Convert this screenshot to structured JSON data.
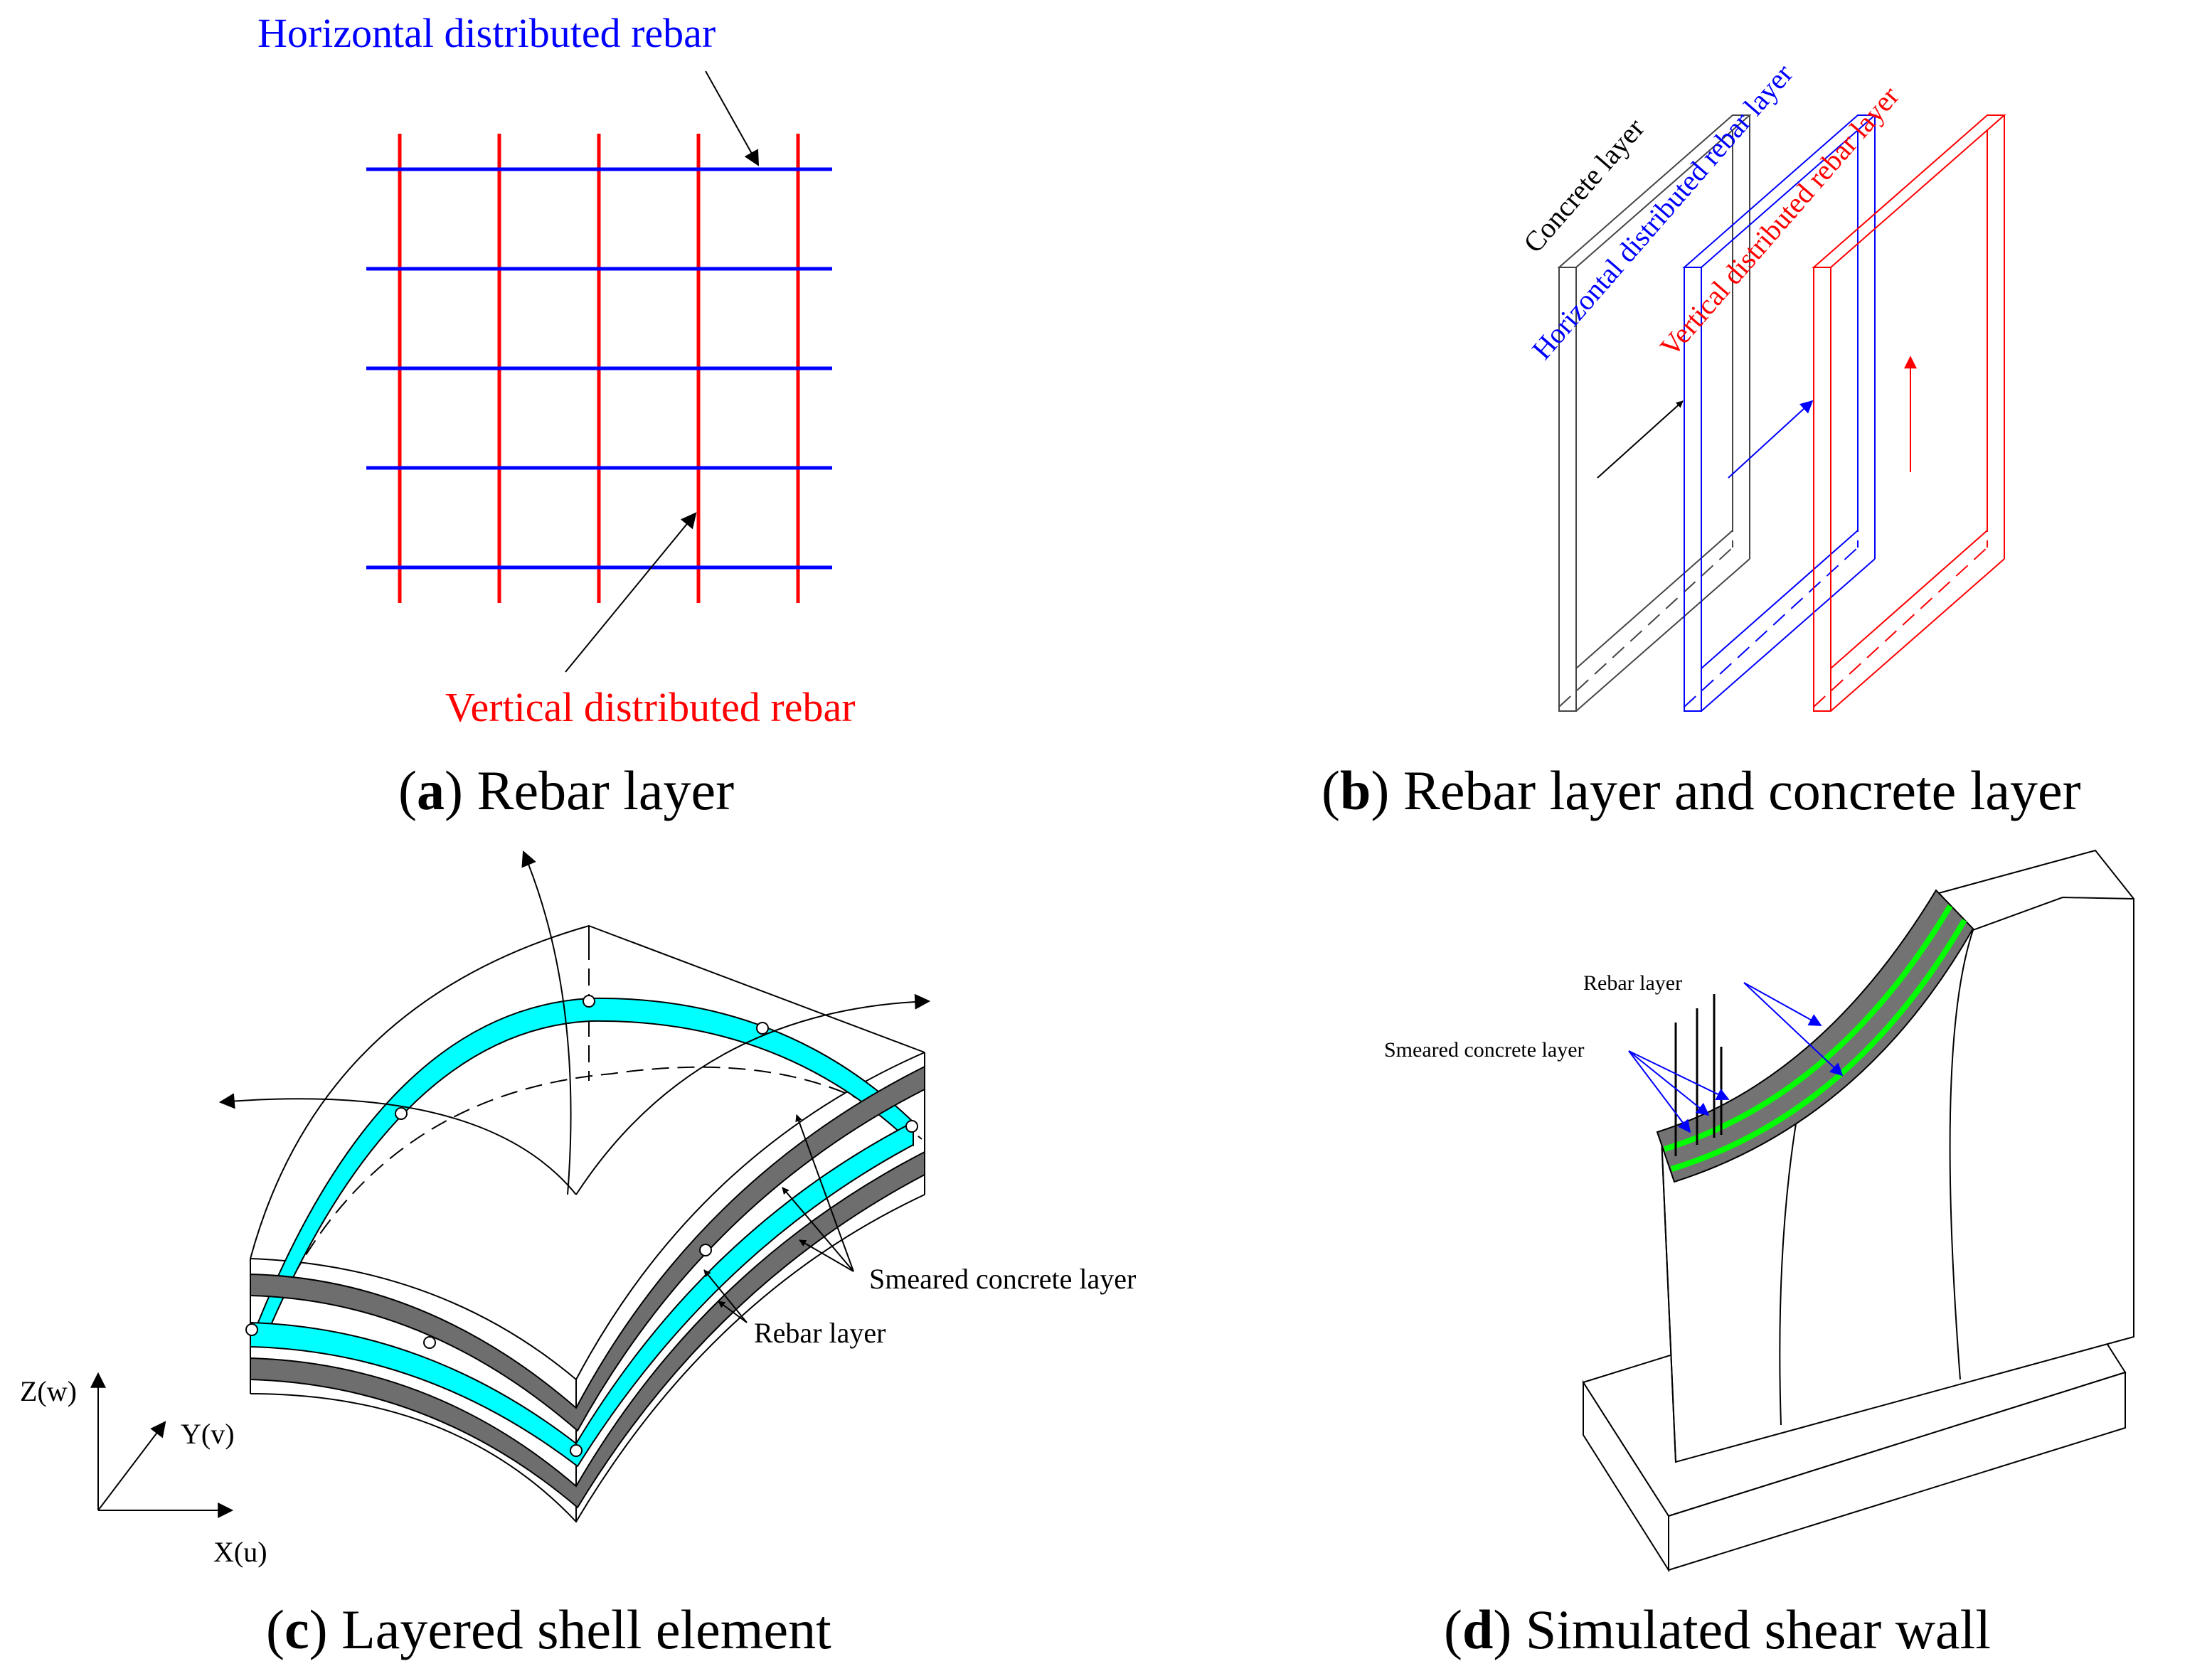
{
  "panel_a": {
    "caption_letter": "a",
    "caption_text": " Rebar layer",
    "label_horizontal": "Horizontal distributed rebar",
    "label_vertical": "Vertical distributed rebar"
  },
  "panel_b": {
    "caption_letter": "b",
    "caption_text": " Rebar layer and concrete layer",
    "label_concrete": "Concrete layer",
    "label_horizontal_layer": "Horizontal distributed rebar layer",
    "label_vertical_layer": "Vertical distributed rebar layer"
  },
  "panel_c": {
    "caption_letter": "c",
    "caption_text": " Layered shell element",
    "label_smeared": "Smeared concrete layer",
    "label_rebar": "Rebar layer",
    "axis_z": "Z(w)",
    "axis_y": "Y(v)",
    "axis_x": "X(u)"
  },
  "panel_d": {
    "caption_letter": "d",
    "caption_text": " Simulated shear wall",
    "label_rebar": "Rebar layer",
    "label_smeared": "Smeared concrete layer"
  },
  "colors": {
    "horizontal_rebar": "#0000ff",
    "vertical_rebar": "#ff0000",
    "line": "#000000",
    "rebar_layer_fill": "#00ffff",
    "concrete_layer_fill": "#6e6e6e",
    "wall_rebar_fill": "#00ff00",
    "wall_concrete_fill": "#737373"
  }
}
